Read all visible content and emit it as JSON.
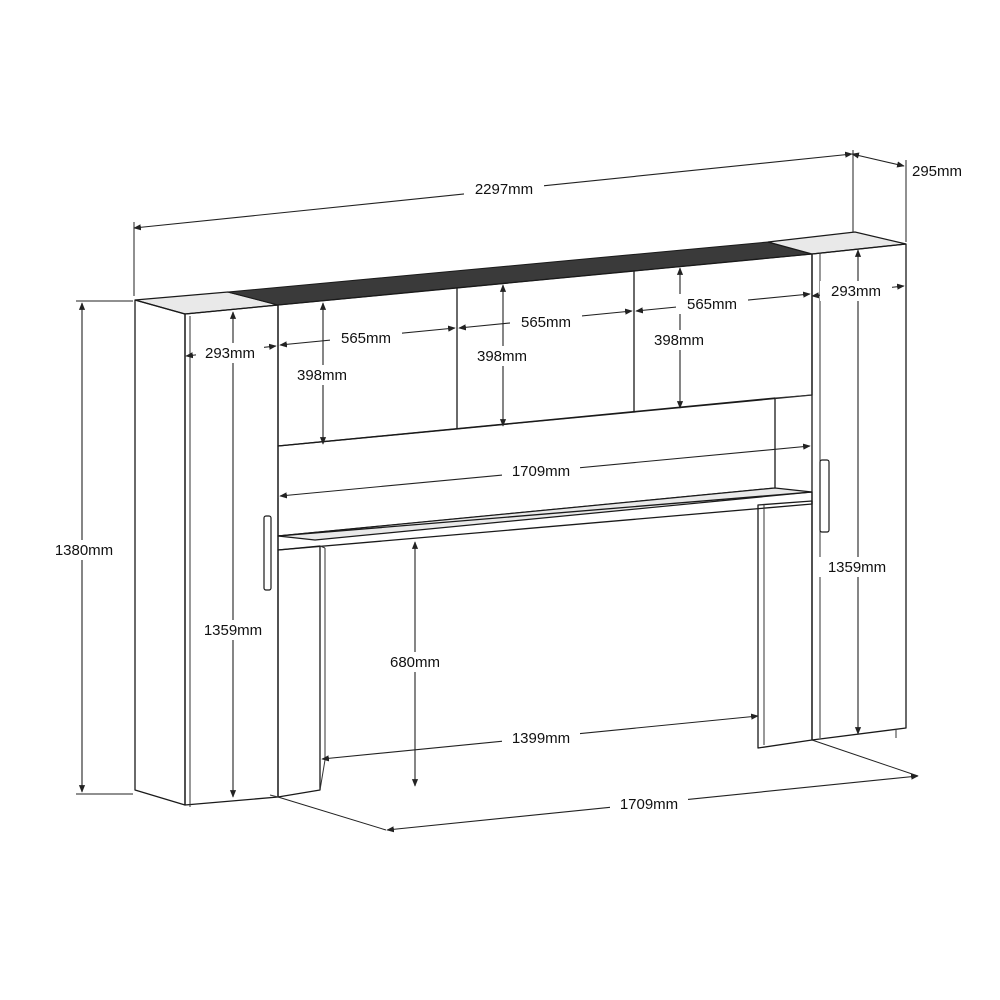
{
  "dimensions": {
    "total_width": "2297mm",
    "depth": "295mm",
    "total_height": "1380mm",
    "left_column_depth": "293mm",
    "right_column_depth": "293mm",
    "left_column_height": "1359mm",
    "right_column_height": "1359mm",
    "cabinet_width_1": "565mm",
    "cabinet_width_2": "565mm",
    "cabinet_width_3": "565mm",
    "cabinet_height_1": "398mm",
    "cabinet_height_2": "398mm",
    "cabinet_height_3": "398mm",
    "shelf_width": "1709mm",
    "bridge_clear_height": "680mm",
    "bridge_inner_width": "1399mm",
    "floor_width": "1709mm"
  }
}
